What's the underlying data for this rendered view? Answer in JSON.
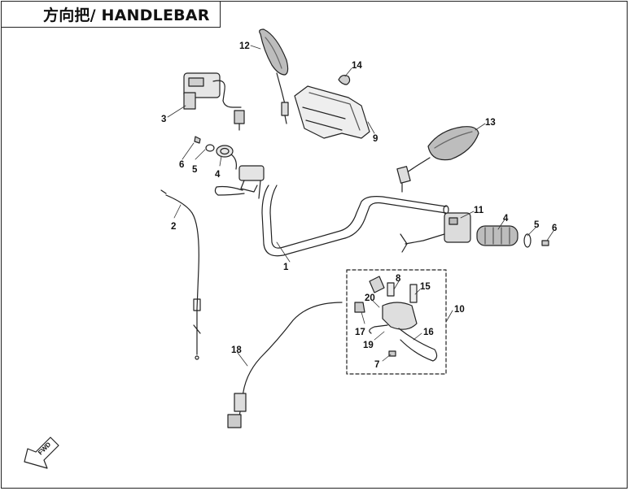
{
  "title": "方向把/ HANDLEBAR",
  "fwd_label": "FWD",
  "callouts": {
    "c1": "1",
    "c2": "2",
    "c3": "3",
    "c4a": "4",
    "c4b": "4",
    "c5a": "5",
    "c5b": "5",
    "c6a": "6",
    "c6b": "6",
    "c7": "7",
    "c8": "8",
    "c9": "9",
    "c10": "10",
    "c11": "11",
    "c12": "12",
    "c13": "13",
    "c14": "14",
    "c15": "15",
    "c16": "16",
    "c17": "17",
    "c18": "18",
    "c19": "19",
    "c20": "20"
  }
}
